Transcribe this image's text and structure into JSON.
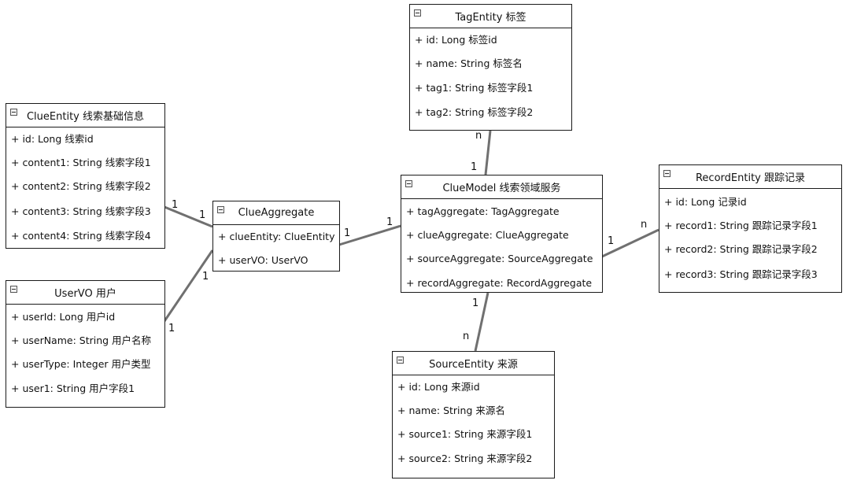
{
  "classes": {
    "tag_entity": {
      "name": "TagEntity 标签",
      "attributes": [
        "+ id: Long   标签id",
        "+ name: String 标签名",
        "+ tag1: String 标签字段1",
        "+ tag2: String 标签字段2"
      ]
    },
    "clue_entity": {
      "name": "ClueEntity 线索基础信息",
      "attributes": [
        "+ id: Long   线索id",
        "+ content1: String 线索字段1",
        "+ content2: String 线索字段2",
        "+ content3: String 线索字段3",
        "+ content4: String 线索字段4"
      ]
    },
    "clue_aggregate": {
      "name": "ClueAggregate",
      "attributes": [
        "+ clueEntity: ClueEntity",
        "+ userVO: UserVO"
      ]
    },
    "clue_model": {
      "name": "ClueModel 线索领域服务",
      "attributes": [
        "+ tagAggregate: TagAggregate",
        "+ clueAggregate: ClueAggregate",
        "+ sourceAggregate: SourceAggregate",
        "+ recordAggregate: RecordAggregate"
      ]
    },
    "record_entity": {
      "name": "RecordEntity 跟踪记录",
      "attributes": [
        "+ id: Long  记录id",
        "+ record1: String 跟踪记录字段1",
        "+ record2: String 跟踪记录字段2",
        "+ record3: String 跟踪记录字段3"
      ]
    },
    "user_vo": {
      "name": "UserVO 用户",
      "attributes": [
        "+ userId: Long   用户id",
        "+ userName: String 用户名称",
        "+ userType: Integer 用户类型",
        "+ user1: String 用户字段1"
      ]
    },
    "source_entity": {
      "name": "SourceEntity 来源",
      "attributes": [
        "+ id: Long   来源id",
        "+ name: String 来源名",
        "+ source1: String 来源字段1",
        "+ source2: String 来源字段2"
      ]
    }
  },
  "multiplicities": {
    "clue_entity_to_aggregate_left": "1",
    "clue_entity_to_aggregate_right": "1",
    "user_to_aggregate_user_end": "1",
    "user_to_aggregate_aggregate_end": "1",
    "aggregate_to_model_left": "1",
    "aggregate_to_model_right": "1",
    "tag_to_model_tag_end": "n",
    "tag_to_model_model_end": "1",
    "model_to_record_model_end": "1",
    "model_to_record_record_end": "n",
    "model_to_source_model_end": "1",
    "model_to_source_source_end": "n"
  }
}
